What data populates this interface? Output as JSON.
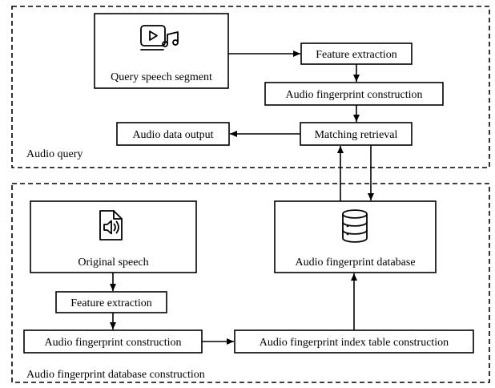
{
  "sections": {
    "audio_query": "Audio query",
    "database_construction": "Audio fingerprint database construction"
  },
  "nodes": {
    "query_speech_segment": "Query speech segment",
    "feature_extraction_query": "Feature extraction",
    "fingerprint_construction_query": "Audio fingerprint construction",
    "matching_retrieval": "Matching retrieval",
    "audio_data_output": "Audio data output",
    "original_speech": "Original speech",
    "feature_extraction_db": "Feature extraction",
    "fingerprint_construction_db": "Audio fingerprint construction",
    "index_table_construction": "Audio fingerprint index table construction",
    "fingerprint_database": "Audio fingerprint database"
  },
  "icons": {
    "query_speech_segment": "video-music-icon",
    "original_speech": "audio-file-icon",
    "fingerprint_database": "database-icon"
  }
}
